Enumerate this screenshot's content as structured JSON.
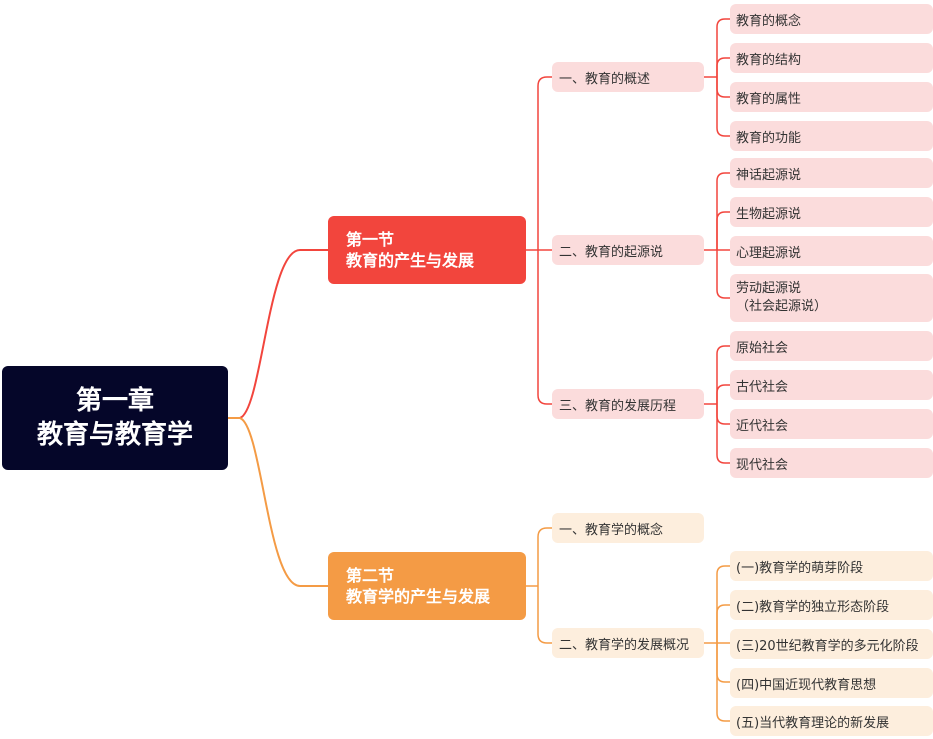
{
  "root": {
    "line1": "第一章",
    "line2": "教育与教育学"
  },
  "colors": {
    "root": "#050629",
    "section1": "#f2453d",
    "section2": "#f49b45",
    "light_red": "#fbdcdc",
    "light_orange": "#fdeedd"
  },
  "sections": [
    {
      "line1": "第一节",
      "line2": "教育的产生与发展",
      "subs": [
        {
          "label": "一、教育的概述",
          "leaves": [
            "教育的概念",
            "教育的结构",
            "教育的属性",
            "教育的功能"
          ]
        },
        {
          "label": "二、教育的起源说",
          "leaves": [
            "神话起源说",
            "生物起源说",
            "心理起源说",
            "劳动起源说",
            "（社会起源说）"
          ]
        },
        {
          "label": "三、教育的发展历程",
          "leaves": [
            "原始社会",
            "古代社会",
            "近代社会",
            "现代社会"
          ]
        }
      ]
    },
    {
      "line1": "第二节",
      "line2": "教育学的产生与发展",
      "subs": [
        {
          "label": "一、教育学的概念",
          "leaves": []
        },
        {
          "label": "二、教育学的发展概况",
          "leaves": [
            "(一)教育学的萌芽阶段",
            "(二)教育学的独立形态阶段",
            "(三)20世纪教育学的多元化阶段",
            "(四)中国近现代教育思想",
            "(五)当代教育理论的新发展"
          ]
        }
      ]
    }
  ]
}
